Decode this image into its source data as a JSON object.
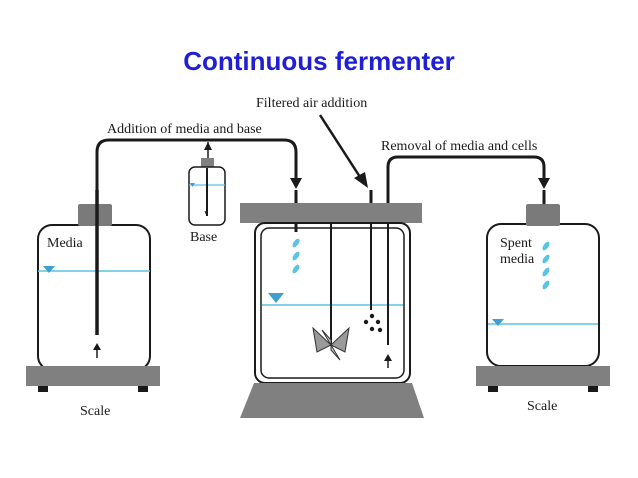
{
  "title": "Continuous fermenter",
  "labels": {
    "filtered_air": "Filtered air addition",
    "media_base_addition": "Addition of media and base",
    "removal": "Removal of media and cells",
    "media": "Media",
    "base": "Base",
    "spent_line1": "Spent",
    "spent_line2": "media",
    "scale_left": "Scale",
    "scale_right": "Scale"
  },
  "colors": {
    "title": "#1f1fd6",
    "liquid": "#5bc4e0",
    "line": "#1a1a1a",
    "gray": "#808080",
    "impeller": "#9a9a9a"
  }
}
